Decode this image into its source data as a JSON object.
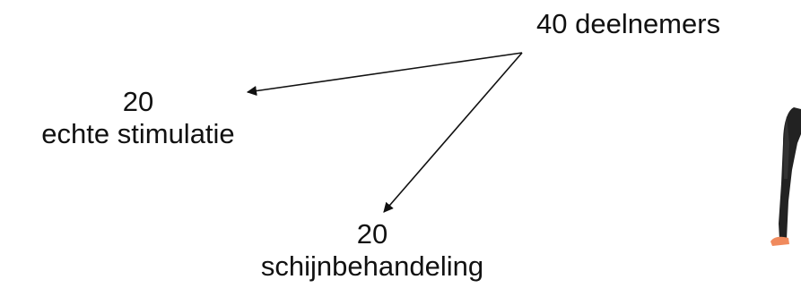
{
  "diagram": {
    "total": {
      "label": "40 deelnemers"
    },
    "groups": [
      {
        "count": "20",
        "label": "echte stimulatie"
      },
      {
        "count": "20",
        "label": "schijnbehandeling"
      }
    ]
  },
  "colors": {
    "text": "#111111",
    "arrow": "#111111",
    "skin": "#f08a5d",
    "suit": "#222222"
  }
}
